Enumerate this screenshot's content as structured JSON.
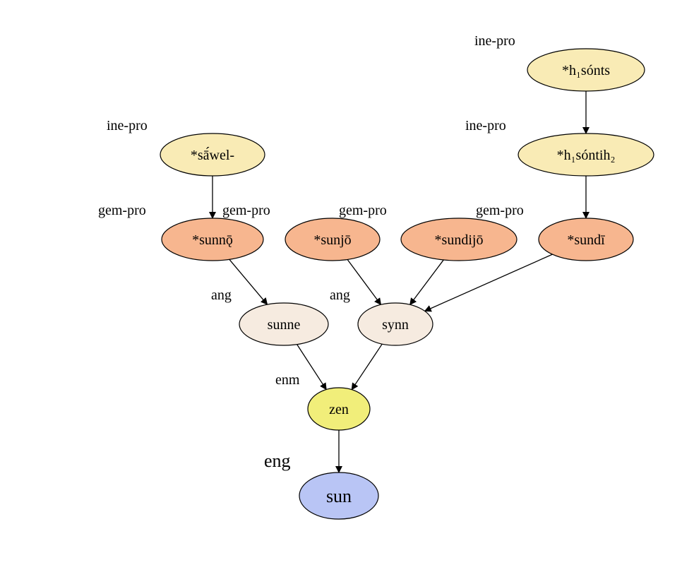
{
  "colors": {
    "ine-pro": "#f9ebb5",
    "gem-pro": "#f7b68f",
    "ang": "#f6ebe0",
    "enm": "#f1ee7a",
    "eng": "#b9c5f5",
    "stroke": "#000000",
    "edge": "#000000"
  },
  "nodes": [
    {
      "id": "hsonts",
      "word": "*h₁sónts",
      "lang": "ine-pro",
      "type": "ine-pro"
    },
    {
      "id": "sawel",
      "word": "*sā́wel-",
      "lang": "ine-pro",
      "type": "ine-pro"
    },
    {
      "id": "hsontih",
      "word": "*h₁sóntih₂",
      "lang": "ine-pro",
      "type": "ine-pro"
    },
    {
      "id": "sunno",
      "word": "*sunnǭ",
      "lang": "gem-pro",
      "type": "gem-pro"
    },
    {
      "id": "sunjo",
      "word": "*sunjō",
      "lang": "gem-pro",
      "type": "gem-pro"
    },
    {
      "id": "sundijo",
      "word": "*sundijō",
      "lang": "",
      "type": "gem-pro"
    },
    {
      "id": "sundi",
      "word": "*sundī",
      "lang": "gem-pro",
      "type": "gem-pro"
    },
    {
      "id": "sunne",
      "word": "sunne",
      "lang": "ang",
      "type": "ang"
    },
    {
      "id": "synn",
      "word": "synn",
      "lang": "ang",
      "type": "ang"
    },
    {
      "id": "zen",
      "word": "zen",
      "lang": "enm",
      "type": "enm"
    },
    {
      "id": "sun",
      "word": "sun",
      "lang": "eng",
      "type": "eng"
    }
  ],
  "edges": [
    {
      "from": "hsonts",
      "to": "hsontih"
    },
    {
      "from": "sawel",
      "to": "sunno"
    },
    {
      "from": "hsontih",
      "to": "sundi"
    },
    {
      "from": "sunno",
      "to": "sunne"
    },
    {
      "from": "sunjo",
      "to": "synn"
    },
    {
      "from": "sundijo",
      "to": "synn"
    },
    {
      "from": "sundi",
      "to": "synn"
    },
    {
      "from": "sunne",
      "to": "zen"
    },
    {
      "from": "synn",
      "to": "zen"
    },
    {
      "from": "zen",
      "to": "sun"
    }
  ],
  "extra_lang_labels": [
    {
      "id": "sawel-gem-label",
      "text": "gem-pro"
    }
  ]
}
